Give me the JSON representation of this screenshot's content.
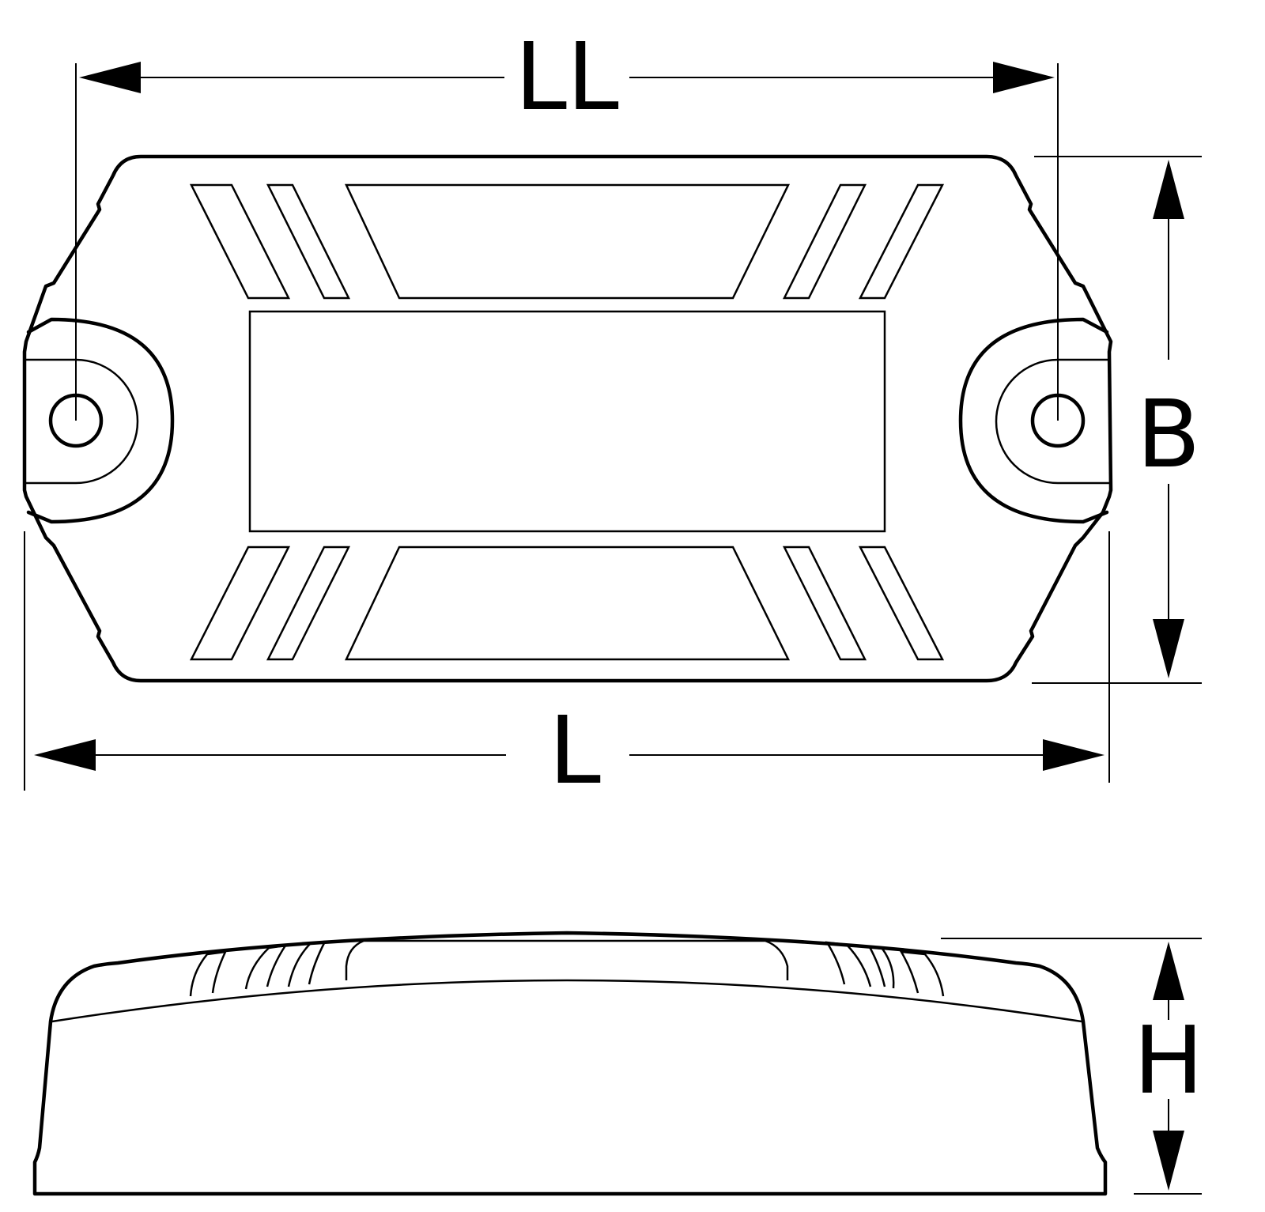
{
  "dimensions": {
    "overall_length": "L",
    "hole_spacing": "LL",
    "width": "B",
    "height": "H"
  },
  "colors": {
    "line": "#000000",
    "background": "#ffffff"
  }
}
